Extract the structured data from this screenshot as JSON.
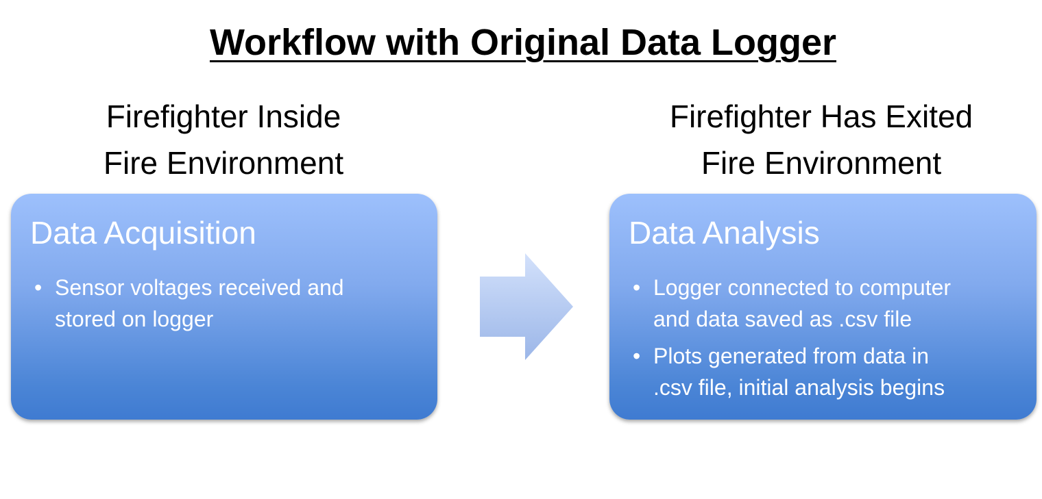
{
  "title": "Workflow with Original Data Logger",
  "stages": [
    {
      "heading_lines": [
        "Firefighter Inside",
        "Fire Environment"
      ],
      "box_title": "Data Acquisition",
      "bullets": [
        {
          "lines": [
            "Sensor voltages received and",
            "stored on logger"
          ]
        }
      ]
    },
    {
      "heading_lines": [
        "Firefighter Has Exited",
        "Fire Environment"
      ],
      "box_title": "Data Analysis",
      "bullets": [
        {
          "lines": [
            "Logger connected to computer",
            "and data saved as .csv file"
          ]
        },
        {
          "lines": [
            "Plots generated from data in",
            ".csv file, initial analysis begins"
          ]
        }
      ]
    }
  ],
  "bullet_symbol": "•",
  "colors": {
    "box_top": "#9dc0fc",
    "box_bottom": "#3f7bd1",
    "arrow_light": "#c9dafa",
    "arrow_dark": "#9bb6e8"
  },
  "icons": {
    "flow_arrow": "right-arrow-icon"
  }
}
